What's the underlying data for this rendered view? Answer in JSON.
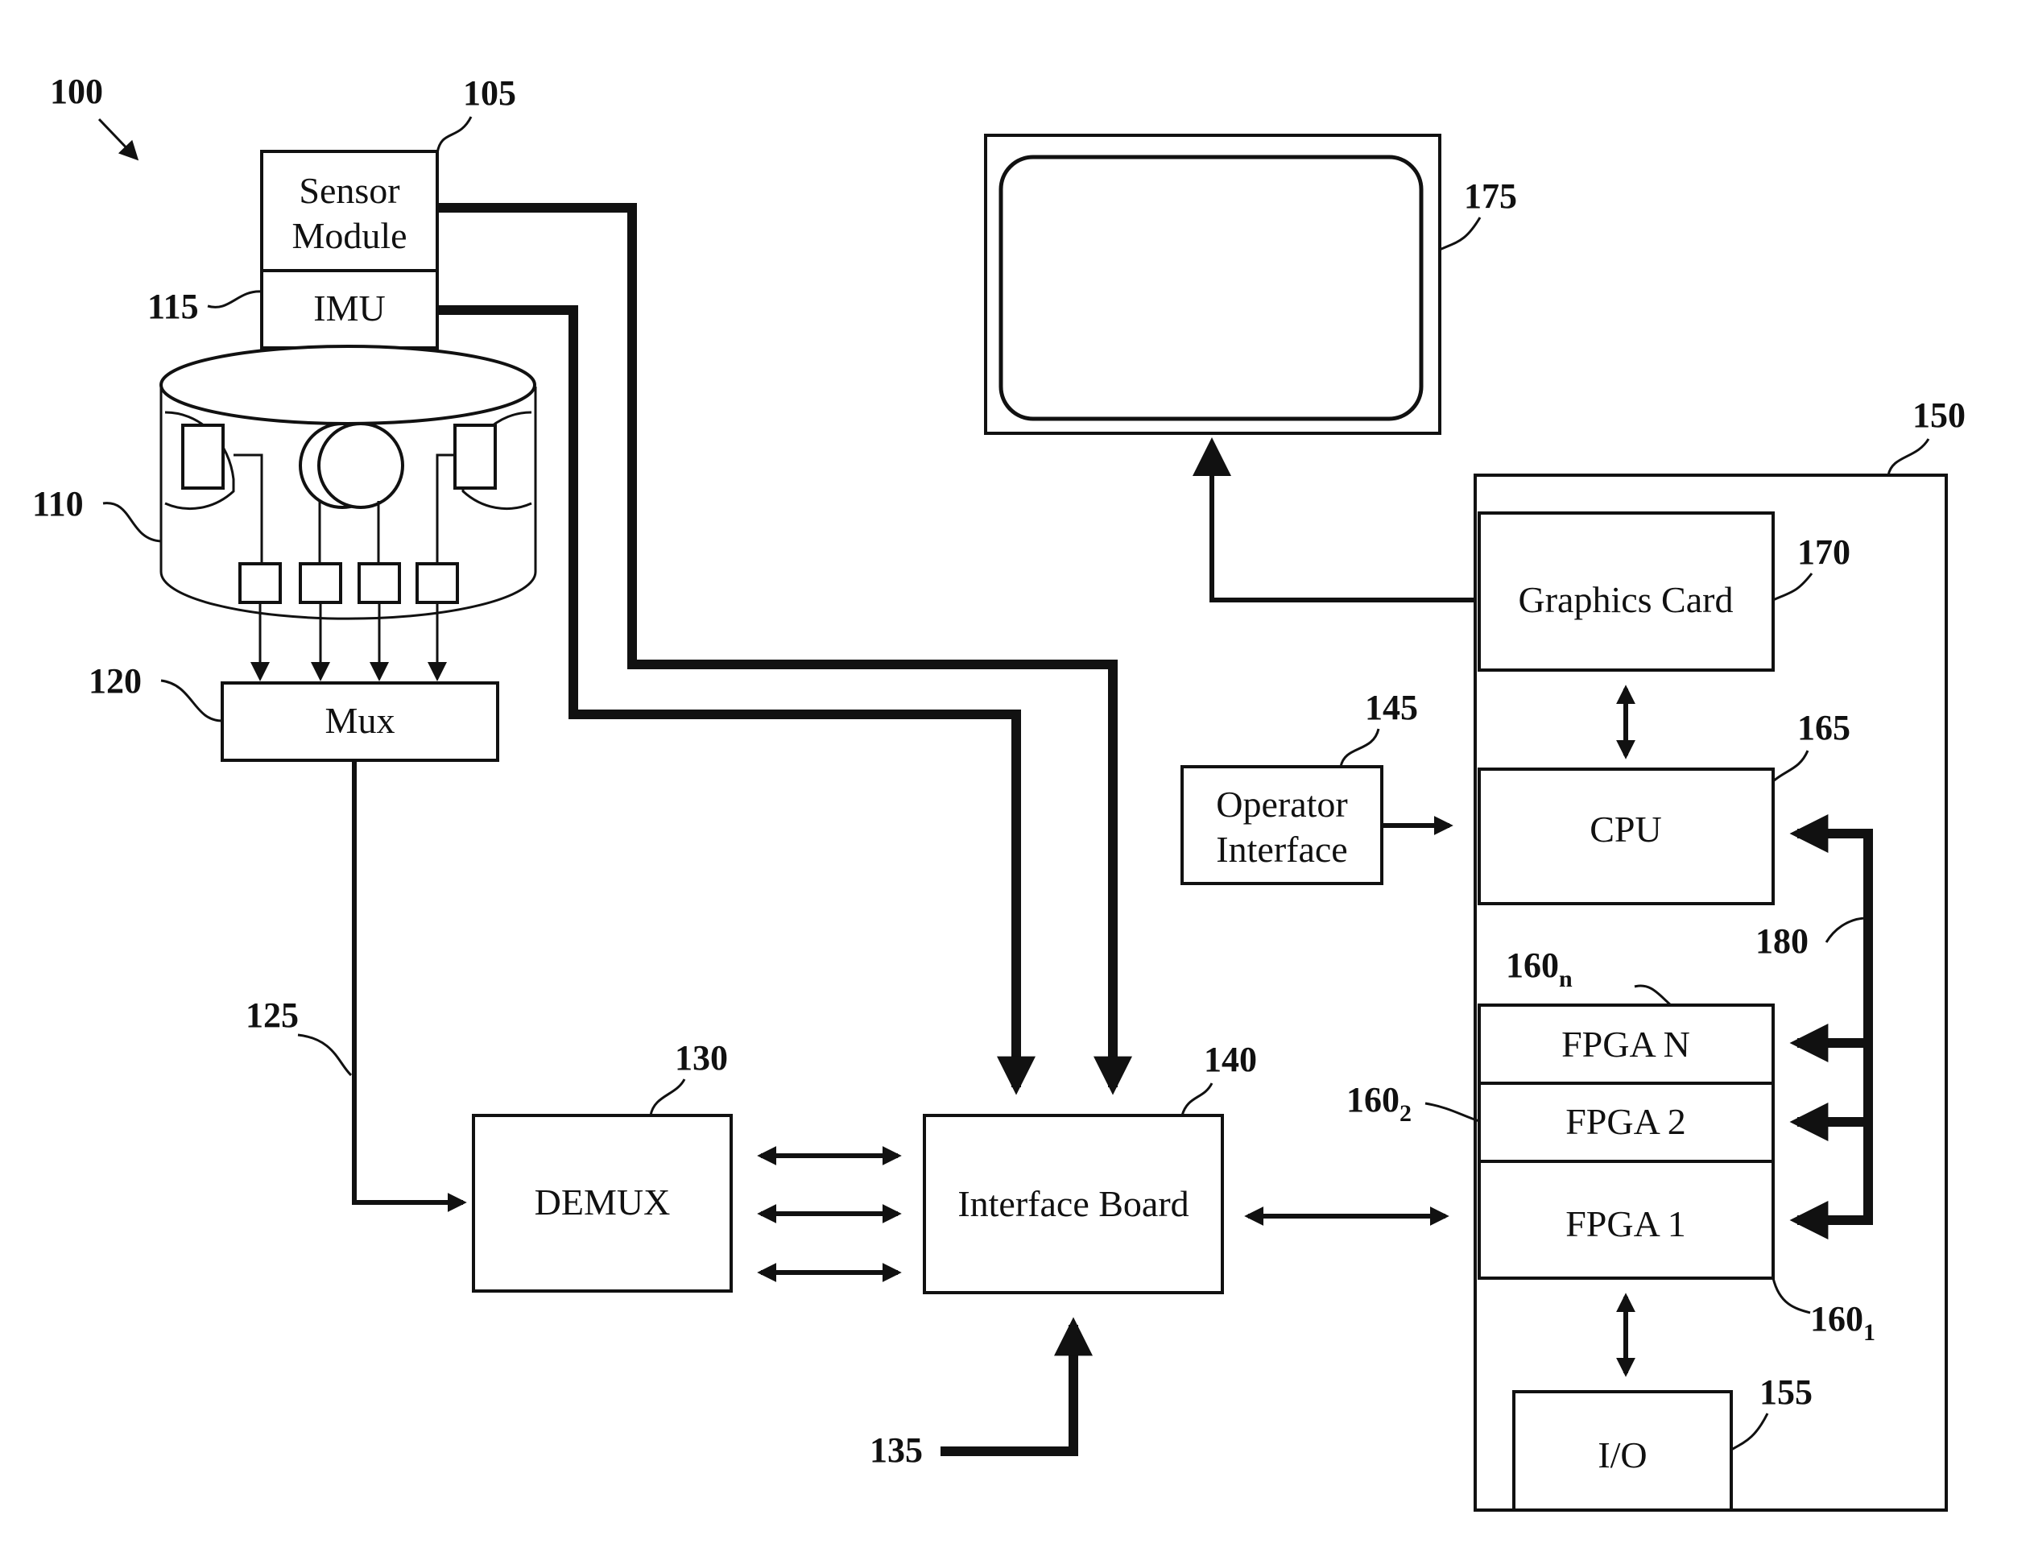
{
  "figure": {
    "ref_system": "100",
    "boxes": {
      "sensor_module": [
        "Sensor",
        "Module"
      ],
      "imu": "IMU",
      "mux": "Mux",
      "demux": "DEMUX",
      "interface_board": "Interface Board",
      "operator_interface": [
        "Operator",
        "Interface"
      ],
      "graphics_card": "Graphics Card",
      "cpu": "CPU",
      "fpga_n": "FPGA N",
      "fpga_2": "FPGA 2",
      "fpga_1": "FPGA 1",
      "io": "I/O"
    },
    "refs": {
      "r105": "105",
      "r110": "110",
      "r115": "115",
      "r120": "120",
      "r125": "125",
      "r130": "130",
      "r135": "135",
      "r140": "140",
      "r145": "145",
      "r150": "150",
      "r155": "155",
      "r160": "160",
      "r160_n_sub": "n",
      "r160_2_sub": "2",
      "r160_1_sub": "1",
      "r165": "165",
      "r170": "170",
      "r175": "175",
      "r180": "180"
    }
  }
}
